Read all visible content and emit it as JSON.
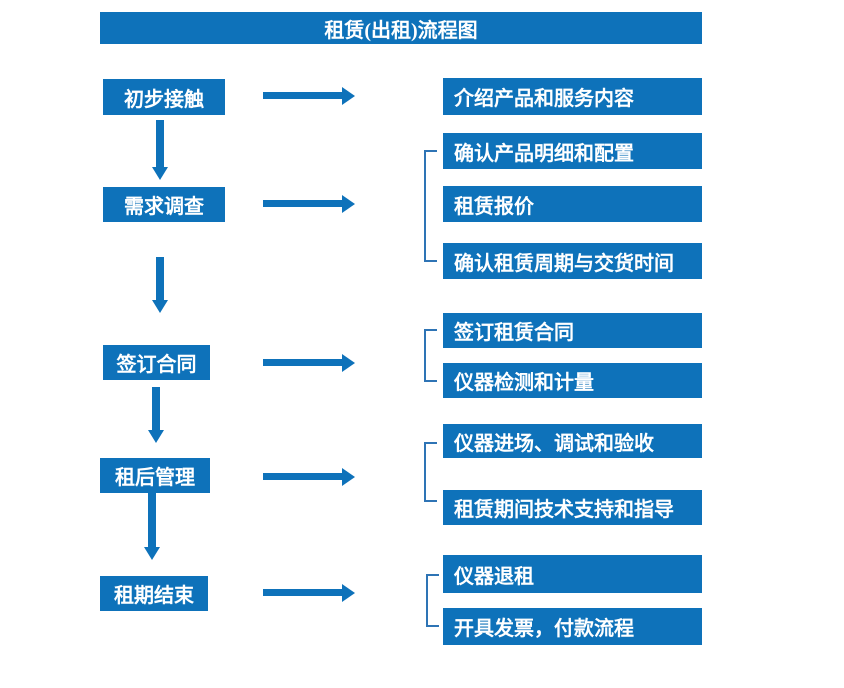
{
  "title": "租赁(出租)流程图",
  "colors": {
    "primary": "#0E72BA",
    "bracket": "#2E74B5",
    "box_text": "#FFFFFF",
    "background": "#FFFFFF"
  },
  "steps": [
    {
      "label": "初步接触",
      "details": [
        "介绍产品和服务内容"
      ]
    },
    {
      "label": "需求调查",
      "details": [
        "确认产品明细和配置",
        "租赁报价",
        "确认租赁周期与交货时间"
      ]
    },
    {
      "label": "签订合同",
      "details": [
        "签订租赁合同",
        "仪器检测和计量"
      ]
    },
    {
      "label": "租后管理",
      "details": [
        "仪器进场、调试和验收",
        "租赁期间技术支持和指导"
      ]
    },
    {
      "label": "租期结束",
      "details": [
        "仪器退租",
        "开具发票，付款流程"
      ]
    }
  ]
}
